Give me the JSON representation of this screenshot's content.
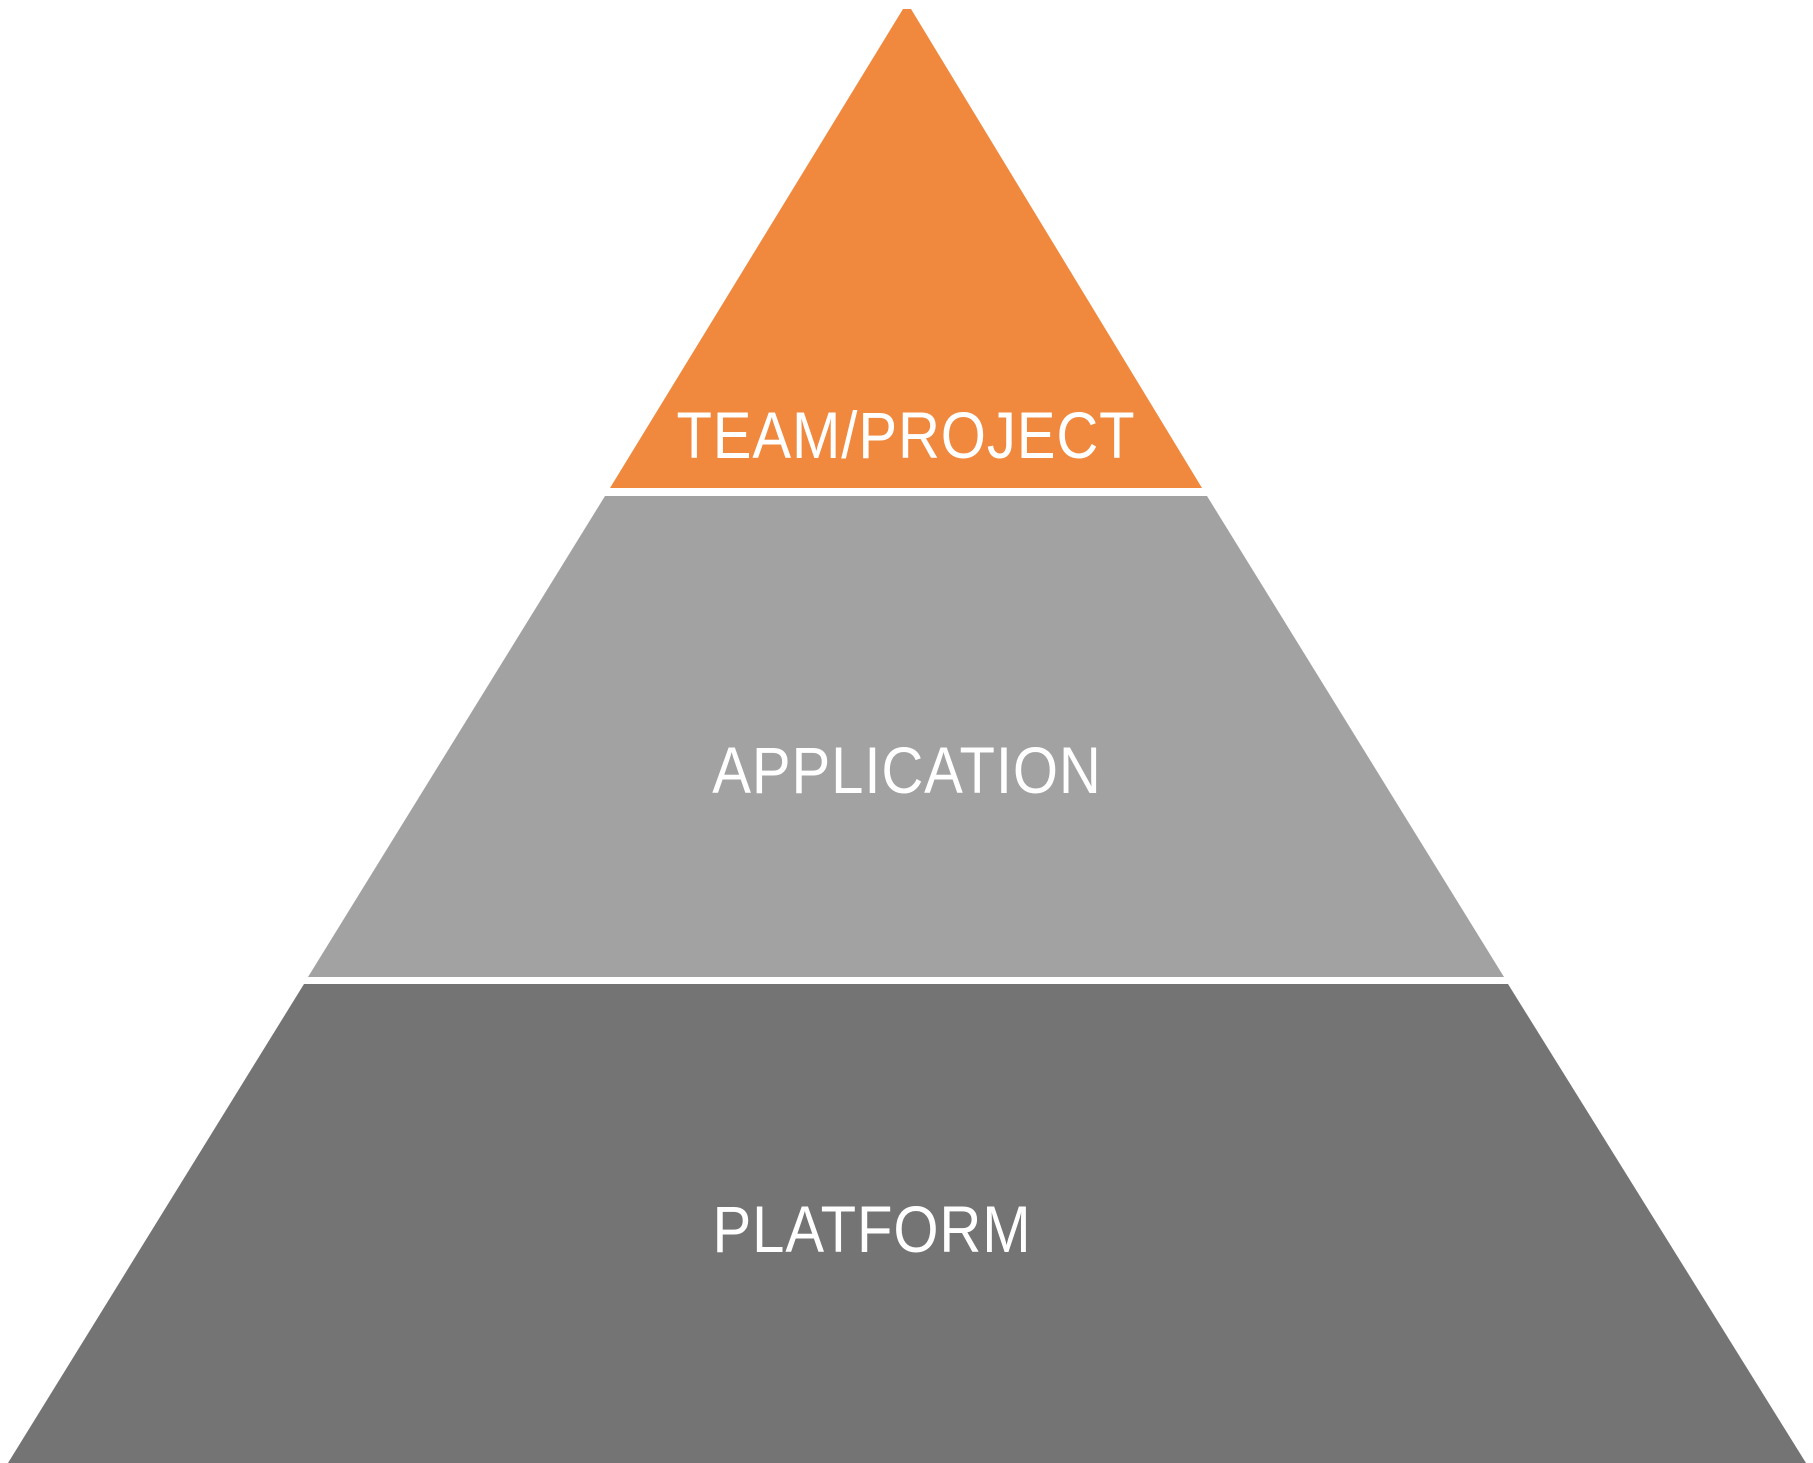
{
  "diagram": {
    "type": "pyramid",
    "orientation": "point-up",
    "background_color": "#ffffff",
    "separator_color": "#ffffff",
    "text_color": "#ffffff",
    "levels": [
      {
        "label": "TEAM/PROJECT",
        "color": "#F0883E",
        "position": "top"
      },
      {
        "label": "APPLICATION",
        "color": "#A2A2A2",
        "position": "middle"
      },
      {
        "label": "PLATFORM",
        "color": "#747474",
        "position": "bottom"
      }
    ]
  }
}
